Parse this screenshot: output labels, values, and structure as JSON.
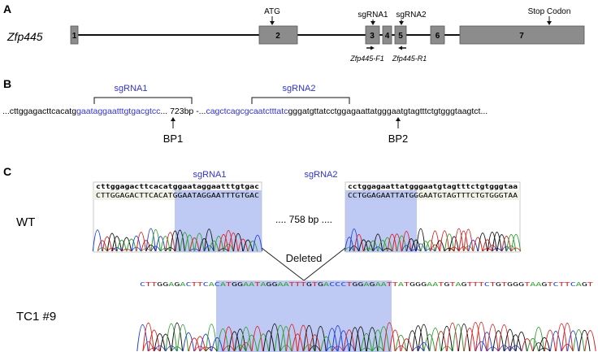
{
  "panels": {
    "a": "A",
    "b": "B",
    "c": "C"
  },
  "gene_name": "Zfp445",
  "exons": [
    "1",
    "2",
    "3",
    "4",
    "5",
    "6",
    "7"
  ],
  "labels_a": {
    "atg": "ATG",
    "sg1": "sgRNA1",
    "sg2": "sgRNA2",
    "stop": "Stop Codon",
    "f1": "Zfp445-F1",
    "r1": "Zfp445-R1"
  },
  "seq_b": {
    "p1": "...cttggagacttcacatg",
    "p2": "gaataggaatttgtgacgtcc",
    "p3": "... 723bp -...",
    "p4": "cagctcagcgcaatctttatc",
    "p5": "gggatgttatcctggagaattatgggaatgtagtttctgtgggtaagtct...",
    "sg1": "sgRNA1",
    "sg2": "sgRNA2",
    "bp1": "BP1",
    "bp2": "BP2"
  },
  "panel_c": {
    "wt": "WT",
    "tc1": "TC1 #9",
    "sg1": "sgRNA1",
    "sg2": "sgRNA2",
    "ref_left": "cttggagacttcacatggaataggaatttgtgac",
    "call_left": "CTTGGAGACTTCACATGGAATAGGAATTTGTGAC",
    "ref_right": "cctggagaattatgggaatgtagtttctgtgggtaa",
    "call_right": "CCTGGAGAATTATGGGAATGTAGTTTCTGTGGGTAA",
    "gap": ".... 758 bp ....",
    "deleted": "Deleted",
    "tc1_seq": "CTTGGAGACTTCACATGGAATAGGAATTTGTGACCCTGGAGAATTATGGGAATGTAGTTTCTGTGGGTAAGTCTTCAGT"
  },
  "colors": {
    "gray": "#8c8c8c",
    "blue": "#3333cc",
    "highlight": "#aab8f0",
    "A": "#2e9e2e",
    "C": "#1f3fd6",
    "G": "#111111",
    "T": "#d81f1f"
  }
}
